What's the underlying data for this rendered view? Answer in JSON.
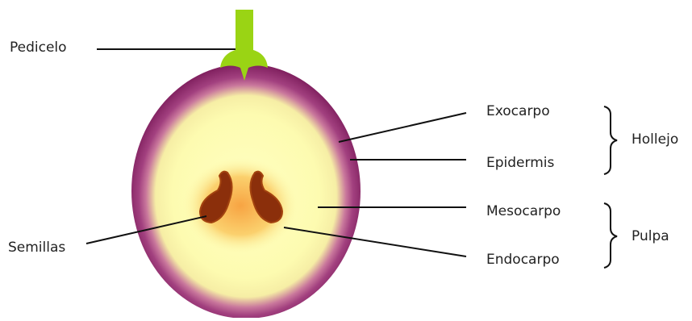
{
  "labels": {
    "pedicelo": "Pedicelo",
    "semillas": "Semillas",
    "exocarpo": "Exocarpo",
    "epidermis": "Epidermis",
    "mesocarpo": "Mesocarpo",
    "endocarpo": "Endocarpo",
    "hollejo": "Hollejo",
    "pulpa": "Pulpa"
  },
  "colors": {
    "skin": "#8e2a6b",
    "flesh": "#fdfbb0",
    "seed": "#8b2f0b",
    "stem": "#9ad414",
    "line": "#111111"
  }
}
